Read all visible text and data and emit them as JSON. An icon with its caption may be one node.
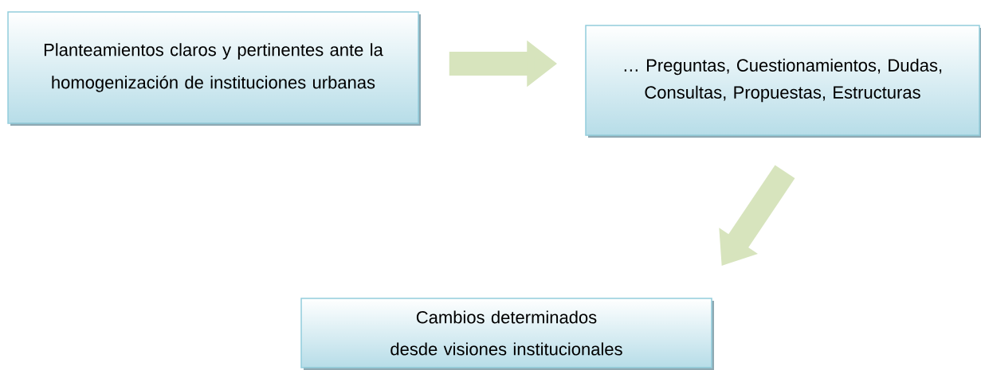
{
  "diagram": {
    "nodes": [
      {
        "text": [
          "Planteamientos claros y pertinentes ante la homogenización de instituciones urbanas"
        ]
      },
      {
        "text": [
          "… Preguntas, Cuestionamientos, Dudas, Consultas, Propuestas, Estructuras"
        ]
      },
      {
        "text": [
          "Cambios determinados desde visiones institucionales"
        ]
      }
    ],
    "edges": [
      {
        "from": 0,
        "to": 1,
        "arrow": "to"
      },
      {
        "from": 1,
        "to": 2,
        "arrow": "to"
      }
    ]
  }
}
